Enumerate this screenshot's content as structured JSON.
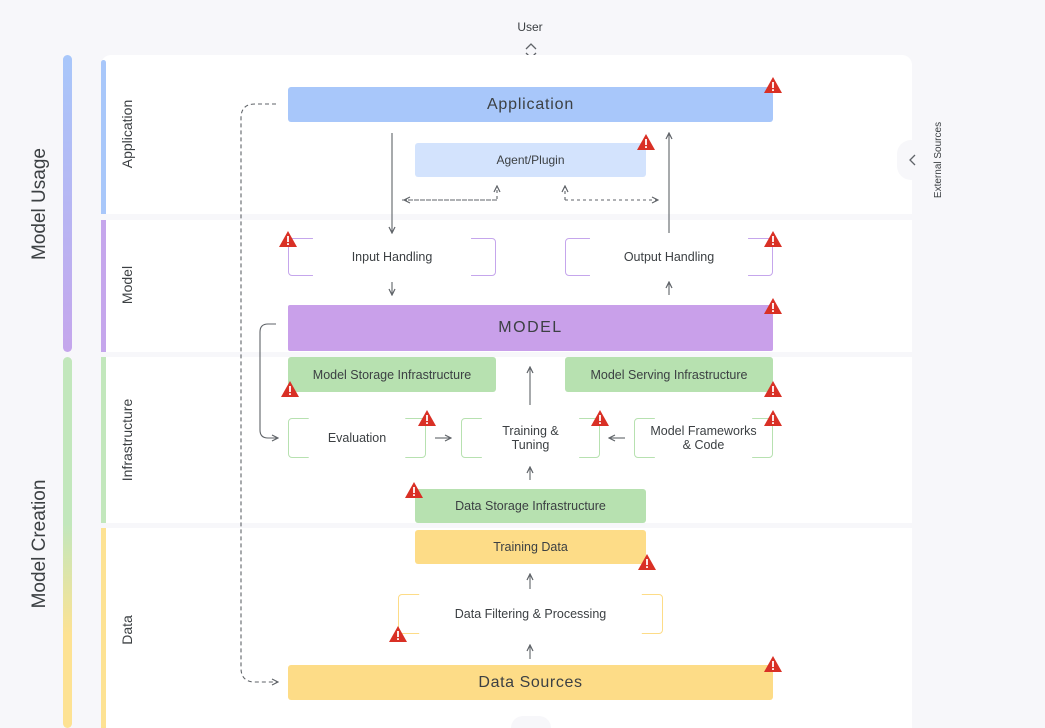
{
  "top": {
    "user_label": "User"
  },
  "side": {
    "external_sources": "External Sources"
  },
  "categories": {
    "model_usage": "Model Usage",
    "model_creation": "Model Creation"
  },
  "lanes": {
    "application": "Application",
    "model": "Model",
    "infrastructure": "Infrastructure",
    "data": "Data"
  },
  "boxes": {
    "application": "Application",
    "agent_plugin": "Agent/Plugin",
    "input_handling": "Input Handling",
    "output_handling": "Output Handling",
    "model": "MODEL",
    "model_storage": "Model Storage Infrastructure",
    "model_serving": "Model Serving Infrastructure",
    "evaluation": "Evaluation",
    "training_tuning_line1": "Training &",
    "training_tuning_line2": "Tuning",
    "frameworks_line1": "Model Frameworks",
    "frameworks_line2": "& Code",
    "data_storage": "Data Storage Infrastructure",
    "training_data": "Training Data",
    "data_filtering": "Data Filtering & Processing",
    "data_sources": "Data Sources"
  },
  "colors": {
    "blue": "#a8c7fa",
    "blue_light": "#d3e3fd",
    "purple": "#c9a0ea",
    "purple_bar": "#c5a6ec",
    "green": "#b7e1b0",
    "green_bar": "#c2e7bc",
    "yellow": "#fddc87",
    "yellow_bar": "#fde293",
    "warning": "#d93025"
  }
}
